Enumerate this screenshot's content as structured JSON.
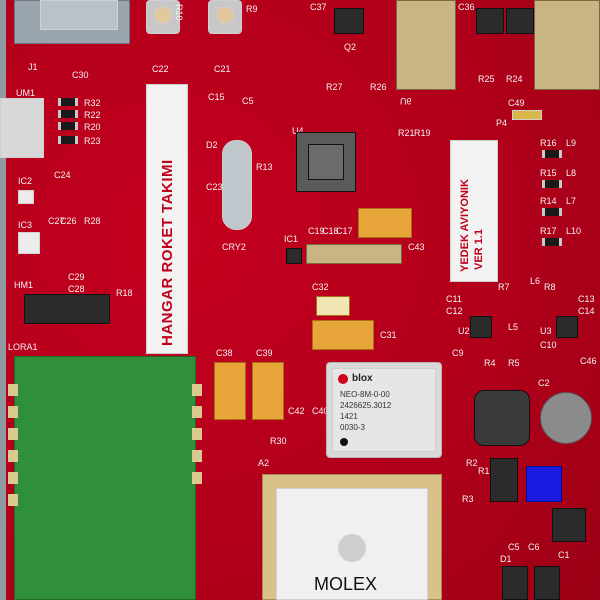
{
  "board": {
    "title": "HANGAR ROKET TAKIMI",
    "subtitle_line1": "YEDEK AVIYONIK",
    "subtitle_line2": "VER 1.1",
    "gnss_brand": "blox",
    "gnss_line1": "NEO-8M-0-00",
    "gnss_line2": "2426625.3012",
    "gnss_line3": "1421",
    "gnss_line4": "0030-3",
    "antenna_brand": "MOLEX"
  },
  "labels": {
    "J1": "J1",
    "C30": "C30",
    "C22": "C22",
    "C21": "C21",
    "R10": "R10",
    "R9": "R9",
    "C37": "C37",
    "Q2": "Q2",
    "C36": "C36",
    "R27": "R27",
    "R26": "R26",
    "R25": "R25",
    "R24": "R24",
    "U6": "U6",
    "UM1": "UM1",
    "R32": "R32",
    "R22": "R22",
    "R20": "R20",
    "R23": "R23",
    "C15": "C15",
    "C5": "C5",
    "D2": "D2",
    "R13": "R13",
    "U4": "U4",
    "R21": "R21",
    "R19": "R19",
    "C49": "C49",
    "P4": "P4",
    "R16": "R16",
    "L9": "L9",
    "R15": "R15",
    "L8": "L8",
    "R14": "R14",
    "L7": "L7",
    "R17": "R17",
    "L10": "L10",
    "IC2": "IC2",
    "C24": "C24",
    "IC3": "IC3",
    "C27": "C27",
    "C26": "C26",
    "R28": "R28",
    "C23": "C23",
    "CRY2": "CRY2",
    "IC1": "IC1",
    "C19": "C19",
    "C18": "C18",
    "C17": "C17",
    "C43": "C43",
    "C29": "C29",
    "C28": "C28",
    "HM1": "HM1",
    "R18": "R18",
    "C32": "C32",
    "C31": "C31",
    "C11": "C11",
    "C12": "C12",
    "R7": "R7",
    "L6": "L6",
    "R8": "R8",
    "C13": "C13",
    "C14": "C14",
    "U2": "U2",
    "L5": "L5",
    "U3": "U3",
    "C10": "C10",
    "C9": "C9",
    "C46": "C46",
    "LORA1": "LORA1",
    "C38": "C38",
    "C39": "C39",
    "C42": "C42",
    "C40": "C40",
    "R30": "R30",
    "R4": "R4",
    "R5": "R5",
    "C2": "C2",
    "A2": "A2",
    "R2": "R2",
    "R1": "R1",
    "R3": "R3",
    "C5b": "C5",
    "C6": "C6",
    "C1": "C1",
    "D1": "D1"
  },
  "colors": {
    "board": "#b3001b",
    "silkscreen": "#f3f3f3",
    "lora_module": "#2f8f3a",
    "gnss_module": "#d9d9d9",
    "highlight_blue": "#1a1ae0"
  }
}
